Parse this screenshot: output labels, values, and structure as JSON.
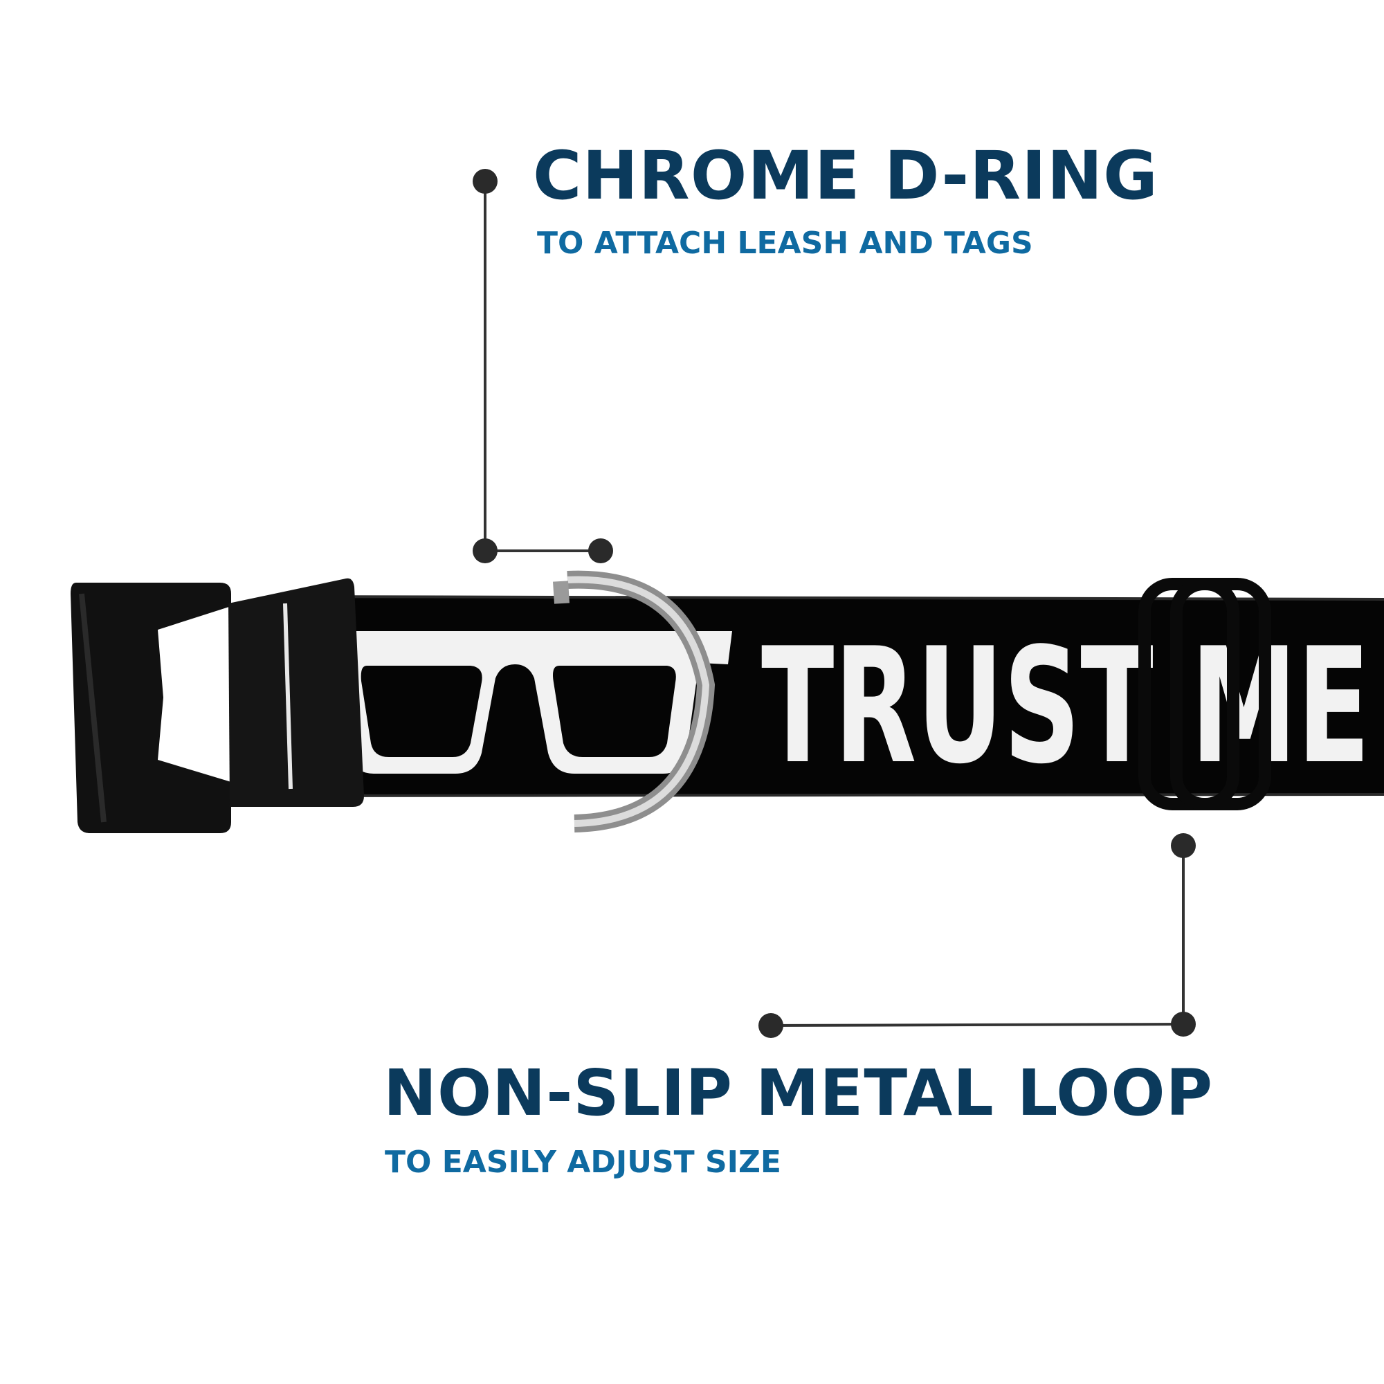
{
  "callouts": {
    "d_ring": {
      "title": "CHROME D-RING",
      "subtitle": "TO ATTACH LEASH AND TAGS"
    },
    "metal_loop": {
      "title": "NON-SLIP METAL LOOP",
      "subtitle": "TO EASILY ADJUST SIZE"
    }
  },
  "collar": {
    "print_text": "TRUST ME",
    "strap_color": "#000000",
    "print_color": "#f2f2f2"
  },
  "colors": {
    "title": "#0b3a5c",
    "subtitle": "#0f6aa1",
    "leader_line": "#333333"
  },
  "icons": {
    "print_graphic": "sunglasses-icon",
    "hardware": [
      "buckle",
      "d-ring",
      "slider-loop"
    ]
  }
}
